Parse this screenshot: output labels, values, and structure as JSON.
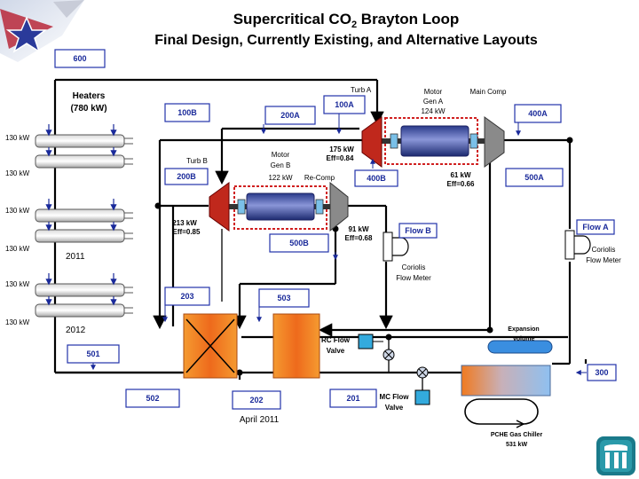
{
  "title": {
    "main_prefix": "Supercritical CO",
    "main_sub": "2",
    "main_suffix": " Brayton Loop",
    "line2": "Final Design, Currently Existing, and Alternative Layouts"
  },
  "tags": {
    "t600": "600",
    "t100B": "100B",
    "t200A": "200A",
    "t100A": "100A",
    "t400A": "400A",
    "t200B": "200B",
    "t400B": "400B",
    "t500A": "500A",
    "t500B": "500B",
    "tFlowB": "Flow B",
    "tFlowA": "Flow A",
    "t203": "203",
    "t503": "503",
    "t501": "501",
    "t502": "502",
    "t202": "202",
    "t201": "201",
    "t300": "300"
  },
  "labels": {
    "heaters_line1": "Heaters",
    "heaters_line2": "(780 kW)",
    "heater_power": [
      "130 kW",
      "130 kW",
      "130 kW",
      "130 kW",
      "130 kW",
      "130 kW"
    ],
    "year_2011": "2011",
    "year_2012": "2012",
    "turb_a": "Turb A",
    "motor_gen_a_1": "Motor",
    "motor_gen_a_2": "Gen A",
    "motor_gen_a_3": "124 kW",
    "main_comp": "Main Comp",
    "turb_a_kw": "175 kW",
    "turb_a_eff": "Eff=0.84",
    "main_comp_kw": "61 kW",
    "main_comp_eff": "Eff=0.66",
    "turb_b": "Turb B",
    "motor_gen_b_1": "Motor",
    "motor_gen_b_2": "Gen B",
    "motor_gen_b_3": "122 kW",
    "re_comp": "Re-Comp",
    "turb_b_kw": "213 kW",
    "turb_b_eff": "Eff=0.85",
    "re_comp_kw": "91 kW",
    "re_comp_eff": "Eff=0.68",
    "coriolis_b_1": "Coriolis",
    "coriolis_b_2": "Flow Meter",
    "coriolis_a_1": "Coriolis",
    "coriolis_a_2": "Flow Meter",
    "rc_valve_1": "RC Flow",
    "rc_valve_2": "Valve",
    "mc_valve_1": "MC Flow",
    "mc_valve_2": "Valve",
    "expansion_1": "Expansion",
    "expansion_2": "Volume",
    "chiller_1": "PCHE Gas Chiller",
    "chiller_2": "531 kW",
    "april": "April 2011"
  },
  "colors": {
    "turbine": "#c0281c",
    "compressor": "#8a8a8a",
    "generator": "#4a5aa8",
    "recuperator": "#f07a20",
    "chiller": "#8fb8e8",
    "expansion": "#3a8ee0",
    "valve_box": "#33aadd",
    "tag_border": "#2233aa",
    "logo": "#1a7a8a"
  }
}
